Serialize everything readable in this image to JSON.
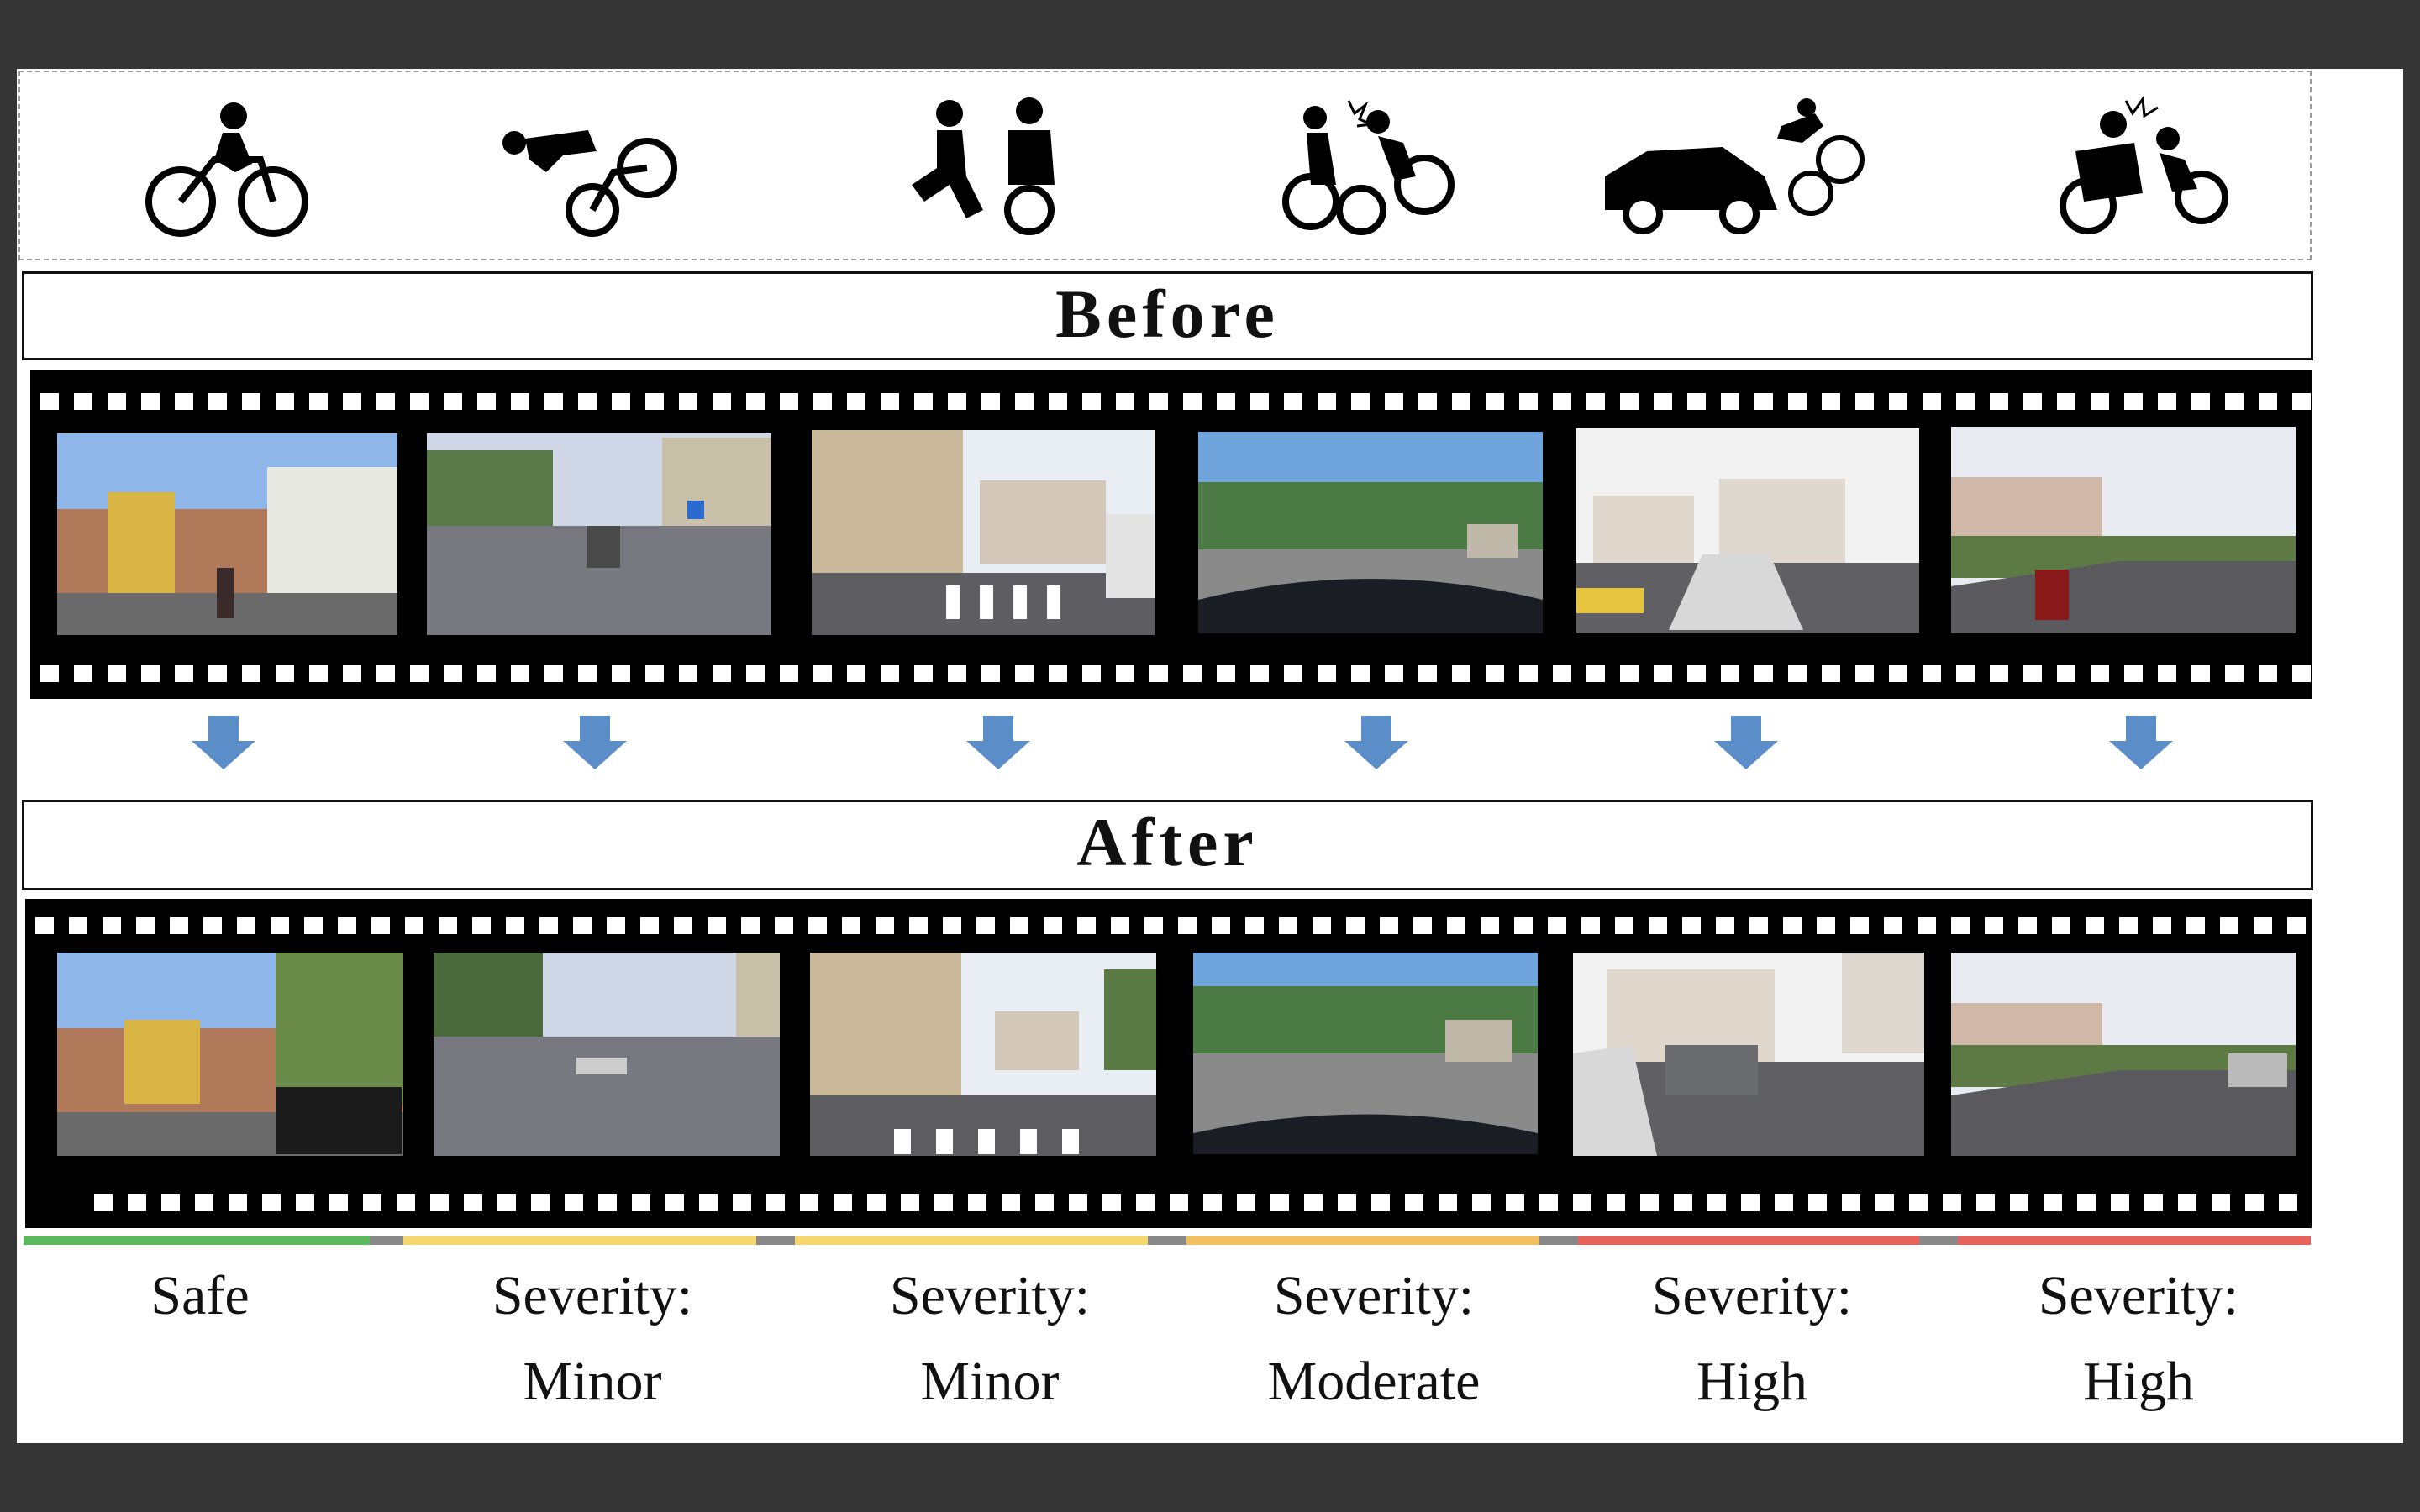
{
  "headers": {
    "before": "Before",
    "after": "After"
  },
  "icons": [
    {
      "name": "cyclist-riding-icon"
    },
    {
      "name": "cyclist-falling-icon"
    },
    {
      "name": "cyclist-pedestrian-collision-icon"
    },
    {
      "name": "cyclist-cyclist-collision-icon"
    },
    {
      "name": "car-cyclist-collision-icon"
    },
    {
      "name": "motorbike-cyclist-collision-icon"
    }
  ],
  "columns": [
    {
      "line1": "Safe",
      "line2": "",
      "color": "#5cb85c"
    },
    {
      "line1": "Severity:",
      "line2": "Minor",
      "color": "#f5d76e"
    },
    {
      "line1": "Severity:",
      "line2": "Minor",
      "color": "#f5d76e"
    },
    {
      "line1": "Severity:",
      "line2": "Moderate",
      "color": "#f0c060"
    },
    {
      "line1": "Severity:",
      "line2": "High",
      "color": "#e8625c"
    },
    {
      "line1": "Severity:",
      "line2": "High",
      "color": "#e8625c"
    }
  ],
  "colors": {
    "arrow": "#5b8ec9",
    "film": "#000000",
    "banner_border": "#111111",
    "gap_bar": "#888888"
  }
}
